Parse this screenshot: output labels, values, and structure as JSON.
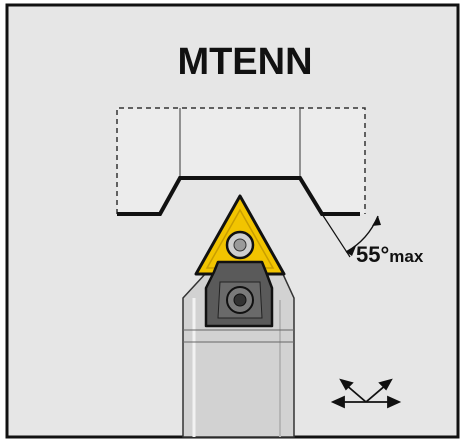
{
  "title": "MTENN",
  "angle": {
    "value": "55°",
    "suffix": "max"
  },
  "colors": {
    "background": "#e6e6e6",
    "insert": "#f2c400",
    "workpiece_fill": "#ececec",
    "holder_body": "#d2d2d2",
    "clamp": "#5a5a5a",
    "outline": "#1a1a1a"
  },
  "icons": {
    "feed_direction": "feed-direction-arrows-icon"
  }
}
